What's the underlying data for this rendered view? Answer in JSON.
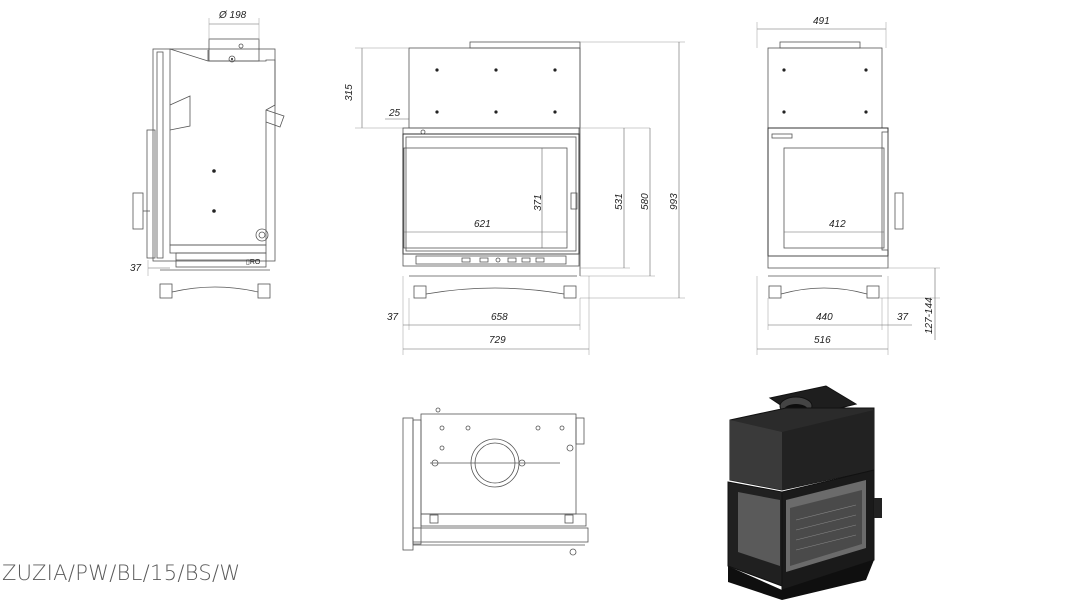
{
  "model_code": "ZUZIA/PW/BL/15/BS/W",
  "dimensions": {
    "flue_diameter": "Ø 198",
    "top_height": "315",
    "top_offset": "25",
    "glass_width": "621",
    "glass_height": "371",
    "door_height": "531",
    "side_height": "580",
    "total_height": "993",
    "inner_width": "658",
    "front_leg_offset": "37",
    "total_width": "729",
    "side_top_width": "491",
    "side_glass_width": "412",
    "side_inner_width": "440",
    "side_leg_offset": "37",
    "side_total_width": "516",
    "leg_range": "127-144",
    "left_leg_offset": "37"
  }
}
